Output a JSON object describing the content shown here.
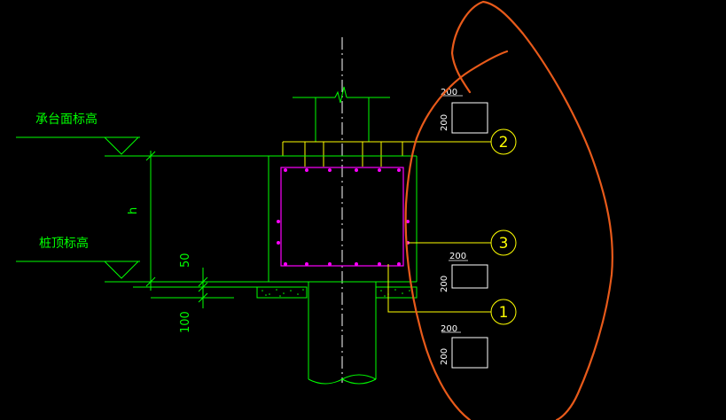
{
  "labels": {
    "cap_top_elevation": "承台面标高",
    "pile_top_elevation": "桩顶标高",
    "dim_h": "h",
    "dim_50": "50",
    "dim_100": "100"
  },
  "callouts": [
    {
      "number": "2"
    },
    {
      "number": "3"
    },
    {
      "number": "1"
    }
  ],
  "section_dims": [
    {
      "top": "200",
      "side": "200"
    },
    {
      "top": "200",
      "side": "200"
    },
    {
      "top": "200",
      "side": "200"
    }
  ],
  "colors": {
    "background": "#000000",
    "outline_green": "#00ff00",
    "text_green": "#00ff00",
    "yellow": "#ffff00",
    "magenta": "#ff00ff",
    "white": "#ffffff",
    "annotation_orange": "#e85a1a"
  }
}
